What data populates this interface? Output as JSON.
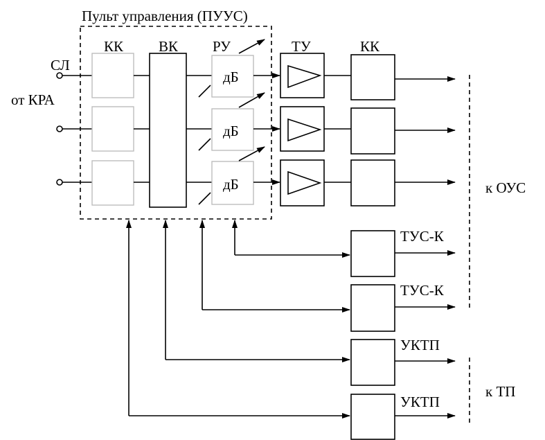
{
  "title": "Пульт управления (ПУУС)",
  "column_labels": {
    "kk_left": "КК",
    "vk": "ВК",
    "ru": "РУ",
    "tu": "ТУ",
    "kk_right": "КК"
  },
  "inputs": {
    "sl": "СЛ",
    "from_kra": "от КРА"
  },
  "regulator_label": "дБ",
  "outputs": {
    "to_ous": "к ОУС",
    "to_tp": "к ТП"
  },
  "aux_blocks": [
    "ТУС-К",
    "ТУС-К",
    "УКТП",
    "УКТП"
  ]
}
